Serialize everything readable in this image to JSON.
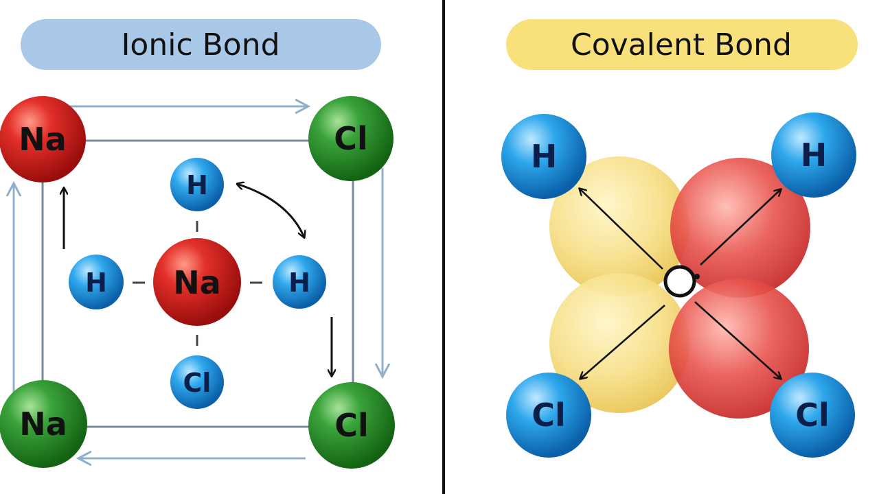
{
  "ionic_panel": {
    "title": "Ionic Bond",
    "pill_color": "#a9c8e8",
    "atoms": {
      "corner_top_left": "Na",
      "corner_top_right": "Cl",
      "corner_bottom_left": "Na",
      "corner_bottom_right": "Cl",
      "top": "H",
      "left": "H",
      "center": "Na",
      "right": "H",
      "bottom": "Cl"
    }
  },
  "covalent_panel": {
    "title": "Covalent Bond",
    "pill_color": "#f8e07a",
    "atoms": {
      "top_left": "H",
      "top_right": "H",
      "bottom_left": "Cl",
      "bottom_right": "Cl"
    }
  },
  "colors": {
    "red": "#d81f1f",
    "green": "#2e8e2e",
    "blue": "#2aa0e6",
    "yellow_lobe": "#f6df7e",
    "red_lobe": "#e85a55",
    "divider": "#111111",
    "frame_lines": "#7a8a99",
    "arrow_blue": "#8fb0cc"
  }
}
